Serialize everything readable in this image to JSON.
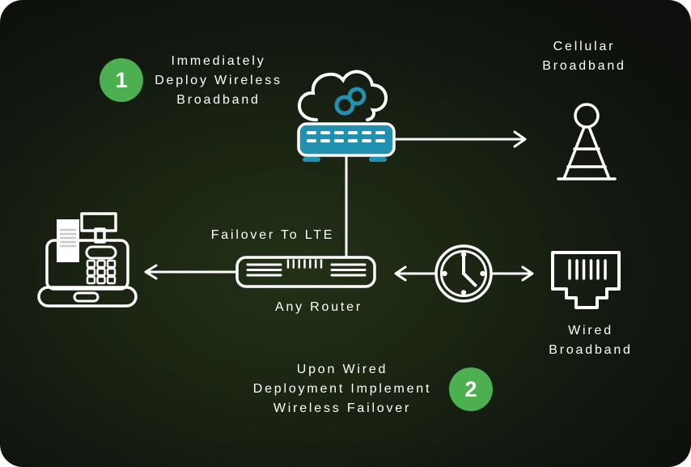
{
  "diagram": {
    "step1": {
      "number": "1",
      "lines": [
        "Immediately",
        "Deploy Wireless",
        "Broadband"
      ]
    },
    "step2": {
      "number": "2",
      "lines": [
        "Upon Wired",
        "Deployment Implement",
        "Wireless Failover"
      ]
    },
    "cellular_label": {
      "lines": [
        "Cellular",
        "Broadband"
      ]
    },
    "wired_label": {
      "lines": [
        "Wired",
        "Broadband"
      ]
    },
    "failover_label": "Failover To LTE",
    "any_router_label": "Any Router"
  },
  "icons": {
    "cloud_router": "cloud-lte-router-icon",
    "cellular_tower": "cellular-tower-icon",
    "any_router": "generic-router-icon",
    "pos_terminal": "pos-cash-register-icon",
    "clock": "failover-clock-icon",
    "ethernet_port": "ethernet-port-icon"
  },
  "colors": {
    "accent_green": "#4caf50",
    "teal": "#2191af",
    "line_white": "#ffffff",
    "background_center": "#233117",
    "background_edge": "#0d100c",
    "receipt_gray": "#c9c9c9"
  }
}
